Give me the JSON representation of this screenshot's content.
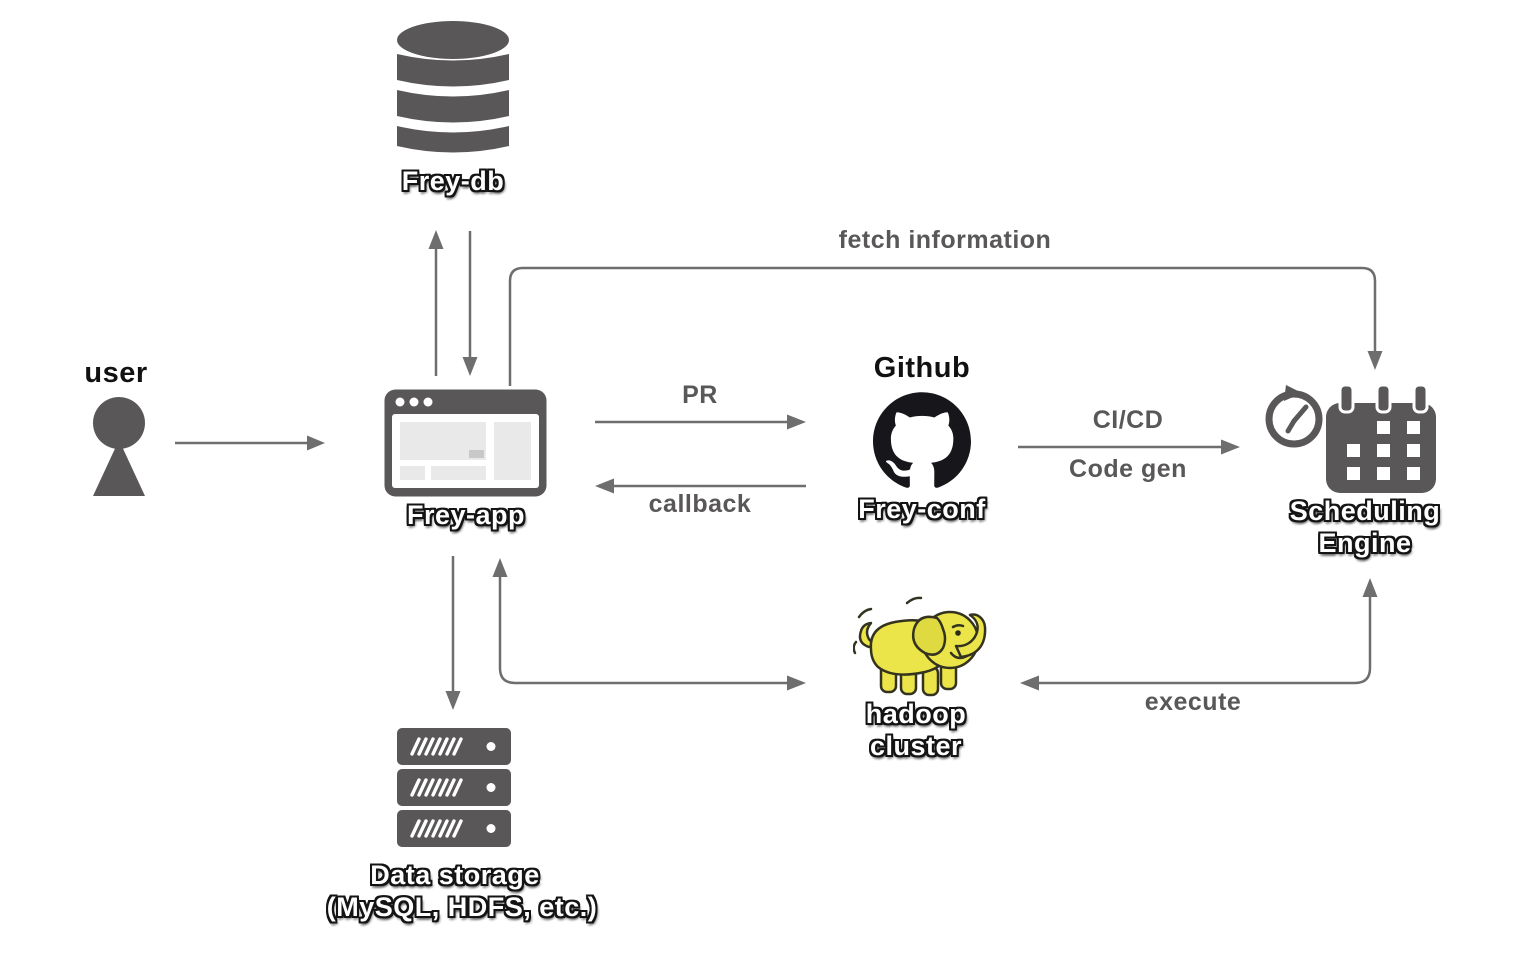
{
  "nodes": {
    "user": {
      "label": "user",
      "icon": "person-icon"
    },
    "frey_db": {
      "label": "Frey-db",
      "icon": "database-icon"
    },
    "frey_app": {
      "label": "Frey-app",
      "icon": "browser-window-icon"
    },
    "github": {
      "title": "Github",
      "label": "Frey-conf",
      "icon": "github-logo-icon"
    },
    "scheduling_engine": {
      "label": [
        "Scheduling",
        "Engine"
      ],
      "icon": "calendar-clock-icon"
    },
    "hadoop_cluster": {
      "label": [
        "hadoop",
        "cluster"
      ],
      "icon": "hadoop-elephant-icon"
    },
    "data_storage": {
      "label": [
        "Data storage",
        "(MySQL, HDFS, etc.)"
      ],
      "icon": "server-stack-icon"
    }
  },
  "edges": {
    "user_to_app": {
      "label": "",
      "from": "user",
      "to": "frey_app"
    },
    "app_to_db": {
      "label": "",
      "from": "frey_app",
      "to": "frey_db"
    },
    "db_to_app": {
      "label": "",
      "from": "frey_db",
      "to": "frey_app"
    },
    "pr": {
      "label": "PR",
      "from": "frey_app",
      "to": "github"
    },
    "callback": {
      "label": "callback",
      "from": "github",
      "to": "frey_app"
    },
    "ci_cd": {
      "label": "CI/CD",
      "label2": "Code gen",
      "from": "github",
      "to": "scheduling_engine"
    },
    "fetch_information": {
      "label": "fetch information",
      "from": "frey_app",
      "to": "scheduling_engine"
    },
    "execute": {
      "label": "execute",
      "from": "scheduling_engine",
      "to": "hadoop_cluster",
      "bidirectional": true
    },
    "app_hadoop": {
      "label": "",
      "from": "frey_app",
      "to": "hadoop_cluster",
      "bidirectional": true
    },
    "app_to_storage": {
      "label": "",
      "from": "frey_app",
      "to": "data_storage"
    }
  },
  "colors": {
    "background": "#ffffff",
    "icon_gray": "#595757",
    "arrow_gray": "#6e6e6e",
    "edge_label_gray": "#595757",
    "text_black": "#111111",
    "sticker_text": "#ffffff",
    "sticker_outline": "#141414",
    "browser_block_light": "#e9e9e9",
    "browser_chip_gray": "#c8c8c8",
    "github_black": "#17171b",
    "hadoop_yellow": "#ece54a",
    "hadoop_ear_yellow": "#e0da41",
    "hadoop_outline": "#33331f"
  }
}
